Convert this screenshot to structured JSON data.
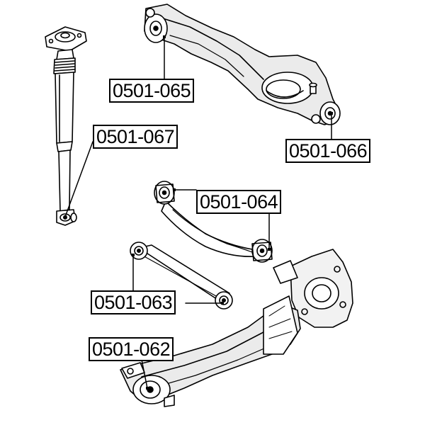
{
  "labels": {
    "p065": "0501-065",
    "p066": "0501-066",
    "p067": "0501-067",
    "p064": "0501-064",
    "p063": "0501-063",
    "p062": "0501-062"
  },
  "colors": {
    "line": "#000000",
    "background": "#ffffff",
    "shade": "#d9d9d9"
  }
}
